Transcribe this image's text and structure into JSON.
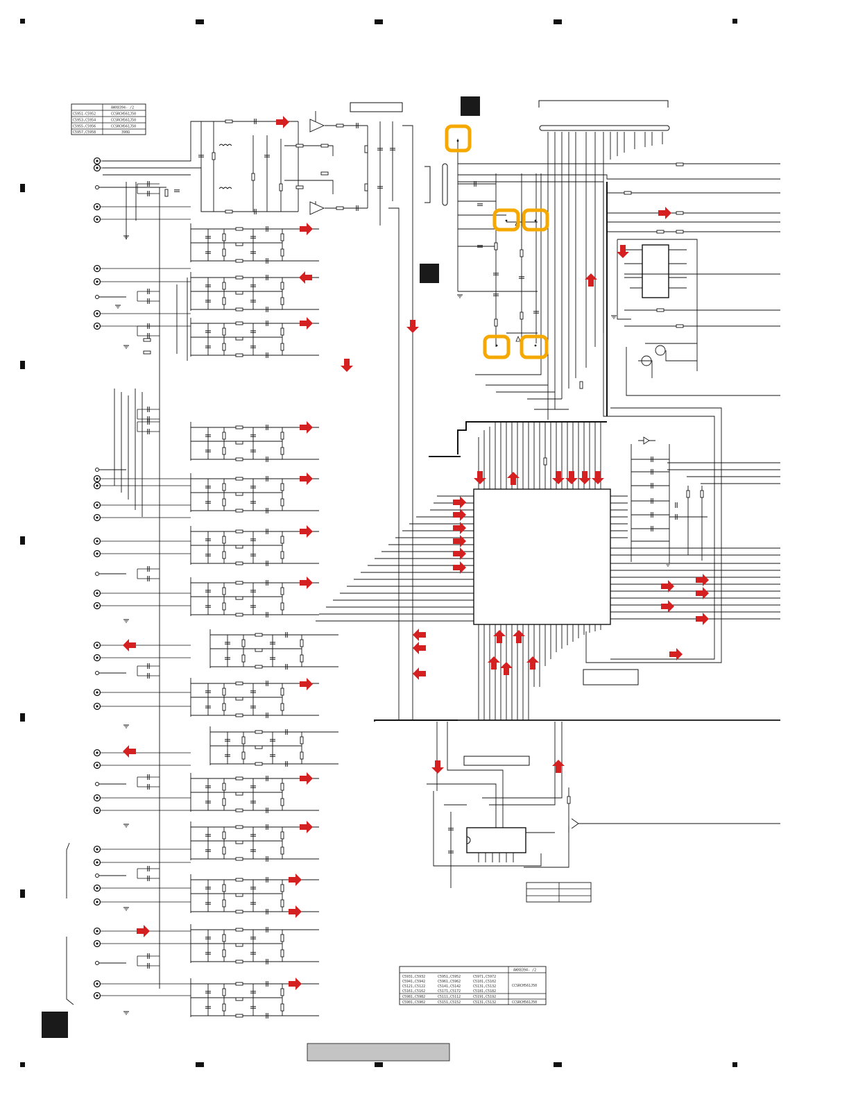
{
  "document": {
    "type": "service-manual-schematic-page",
    "background_color": "#ffffff",
    "line_color": "#111111",
    "arrow_color": "#d42020",
    "highlight_color": "#f5a800",
    "footer_bar_color": "#c4c4c4"
  },
  "tables": {
    "top_left": {
      "header": "AWX8394- /2",
      "rows": [
        {
          "parts": "C5951-C5952",
          "value": "CCSRCH561J50"
        },
        {
          "parts": "C5953,C5954",
          "value": "CCSRCH561J50"
        },
        {
          "parts": "C5955,C5956",
          "value": "CCSRCH561J50"
        },
        {
          "parts": "C5957,C5958",
          "value": "390Ω"
        }
      ]
    },
    "bottom_center": {
      "header": "AWX8394- /2",
      "rows": [
        {
          "a": "C5931,C5932",
          "b": "C5951,C5952",
          "c": "C5971,C5972"
        },
        {
          "a": "C5941,C5942",
          "b": "C5961,C5962",
          "c": "C5101,C5102"
        },
        {
          "a": "C5121,C5122",
          "b": "C5141,C5142",
          "c": "C5131,C5132"
        },
        {
          "a": "C5161,C5162",
          "b": "C5171,C5172",
          "c": "C5181,C5182"
        },
        {
          "a": "C5981,C5982",
          "b": "C5111,C5112",
          "c": "C5191,C5192"
        },
        {
          "a": "C5901,C5902",
          "b": "C5151,C5152",
          "c": "C5131,C5132"
        }
      ],
      "value_1": "CCSRCH561J50",
      "value_2": "CCSRCH561J50"
    }
  },
  "icons": {
    "arrow": "red-signal-arrow-icon",
    "jack": "rca-jack-icon",
    "ground": "ground-icon",
    "highlight": "highlight-marker-icon"
  }
}
